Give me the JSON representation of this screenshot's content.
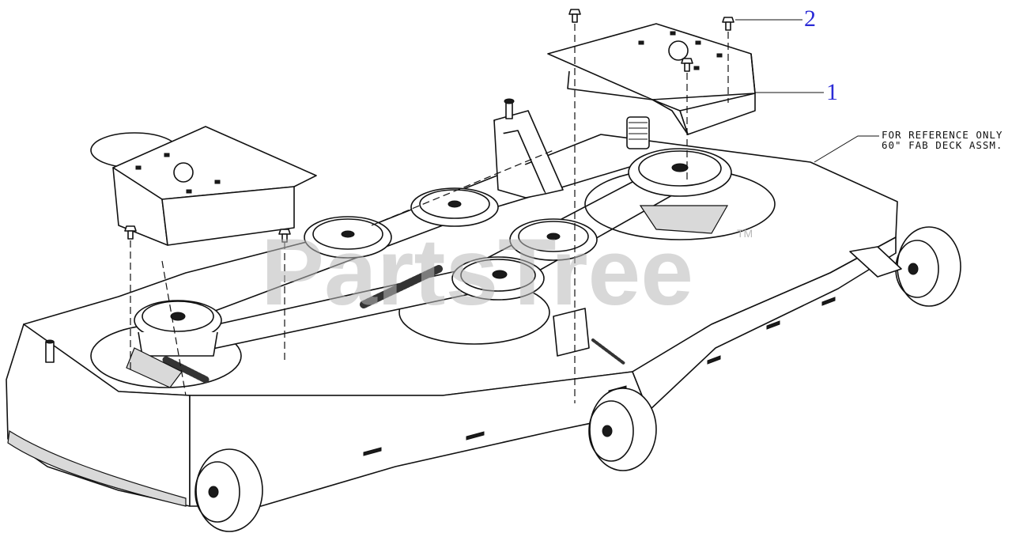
{
  "diagram": {
    "callouts": [
      {
        "id": "callout-1",
        "label": "1"
      },
      {
        "id": "callout-2",
        "label": "2"
      }
    ],
    "reference_note": {
      "line1": "FOR REFERENCE ONLY",
      "line2": "60\" FAB DECK ASSM."
    },
    "watermark": {
      "text": "PartsTree",
      "trademark": "TM"
    },
    "colors": {
      "line": "#111111",
      "callout": "#2a2ad6",
      "watermark": "#b9b9b9"
    }
  }
}
